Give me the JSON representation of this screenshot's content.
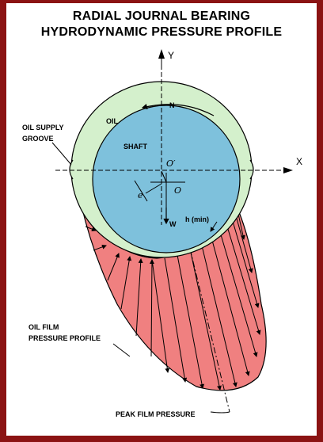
{
  "title": {
    "line1": "RADIAL JOURNAL BEARING",
    "line2": "HYDRODYNAMIC PRESSURE PROFILE"
  },
  "axes": {
    "y": "Y",
    "x": "X"
  },
  "labels": {
    "oil": "OIL",
    "shaft": "SHAFT",
    "rotation": "N",
    "oil_supply_line1": "OIL SUPPLY",
    "oil_supply_line2": "GROOVE",
    "o_prime": "O′",
    "o_center": "O",
    "eccentricity": "e",
    "load": "W",
    "h_min": "h (min)",
    "pressure_profile_line1": "OIL FILM",
    "pressure_profile_line2": "PRESSURE PROFILE",
    "peak_pressure": "PEAK FILM PRESSURE"
  },
  "colors": {
    "frame": "#8b1313",
    "oil_film": "#d4f0cc",
    "shaft": "#7ec1dc",
    "pressure_region": "#f08080",
    "stroke": "#000000"
  }
}
